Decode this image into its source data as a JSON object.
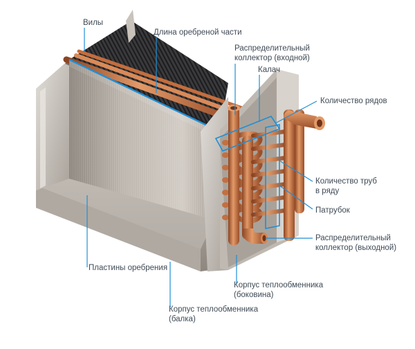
{
  "colors": {
    "accent": "#1f8fd6",
    "label_text": "#3f4a55",
    "fin_metal": "#b9b2aa",
    "frame_metal": "#cfcac4",
    "copper": "#c8703f",
    "coil_dark": "#2c2c2e"
  },
  "labels": {
    "forks": "Вилы",
    "finned_length": "Длина оребреной части",
    "inlet_header": [
      "Распределительный",
      "коллектор (входной)"
    ],
    "bend": "Калач",
    "rows_count": "Количество рядов",
    "tubes_per_row": [
      "Количество труб",
      "в ряду"
    ],
    "nozzle": "Патрубок",
    "outlet_header": [
      "Распределительный",
      "коллектор (выходной)"
    ],
    "fins": "Пластины оребрения",
    "side_casing": [
      "Корпус теплообменника",
      "(боковина)"
    ],
    "beam_casing": [
      "Корпус теплообменника",
      "(балка)"
    ]
  }
}
